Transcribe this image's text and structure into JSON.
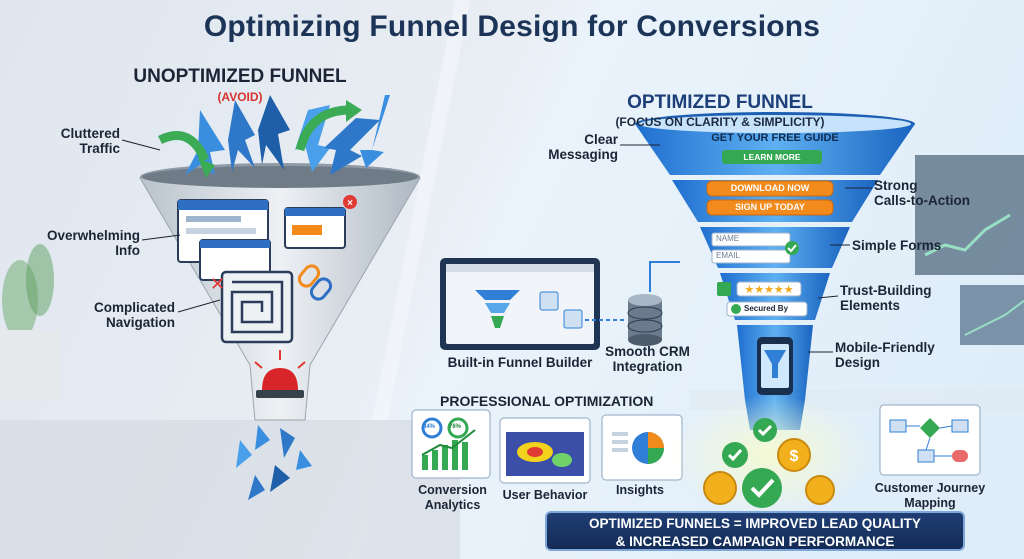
{
  "title": "Optimizing Funnel Design for Conversions",
  "left": {
    "heading": "UNOPTIMIZED FUNNEL",
    "subheading": "(AVOID)",
    "labels": {
      "cluttered": [
        "Cluttered",
        "Traffic"
      ],
      "overwhelming": [
        "Overwhelming",
        "Info"
      ],
      "navigation": [
        "Complicated",
        "Navigation"
      ]
    }
  },
  "right": {
    "heading": "OPTIMIZED FUNNEL",
    "subheading": "(FOCUS ON CLARITY & SIMPLICITY)",
    "labels": {
      "messaging": [
        "Clear",
        "Messaging"
      ],
      "cta": [
        "Strong",
        "Calls-to-Action"
      ],
      "forms": "Simple Forms",
      "trust": [
        "Trust-Building",
        "Elements"
      ],
      "mobile": [
        "Mobile-Friendly",
        "Design"
      ]
    },
    "funnel_text": {
      "guide": "GET YOUR FREE GUIDE",
      "learn": "LEARN MORE",
      "download": "DOWNLOAD NOW",
      "signup": "SIGN UP TODAY",
      "name_field": "NAME",
      "email_field": "EMAIL",
      "secured": "Secured By"
    },
    "builder": "Built-in Funnel Builder",
    "crm": [
      "Smooth CRM",
      "Integration"
    ]
  },
  "optimization": {
    "heading": "PROFESSIONAL OPTIMIZATION",
    "analytics": [
      "Conversion",
      "Analytics"
    ],
    "analytics_stats": [
      "84%",
      "76%"
    ],
    "behavior": "User Behavior",
    "insights": "Insights",
    "journey": [
      "Customer Journey",
      "Mapping"
    ]
  },
  "banner": [
    "OPTIMIZED FUNNELS = IMPROVED LEAD QUALITY",
    "& INCREASED CAMPAIGN PERFORMANCE"
  ],
  "colors": {
    "title": "#1c3457",
    "avoid": "#d6332c",
    "funnel_blue": "#2f7fd6",
    "cta_orange": "#f28a1c",
    "banner": "#1a3566"
  }
}
